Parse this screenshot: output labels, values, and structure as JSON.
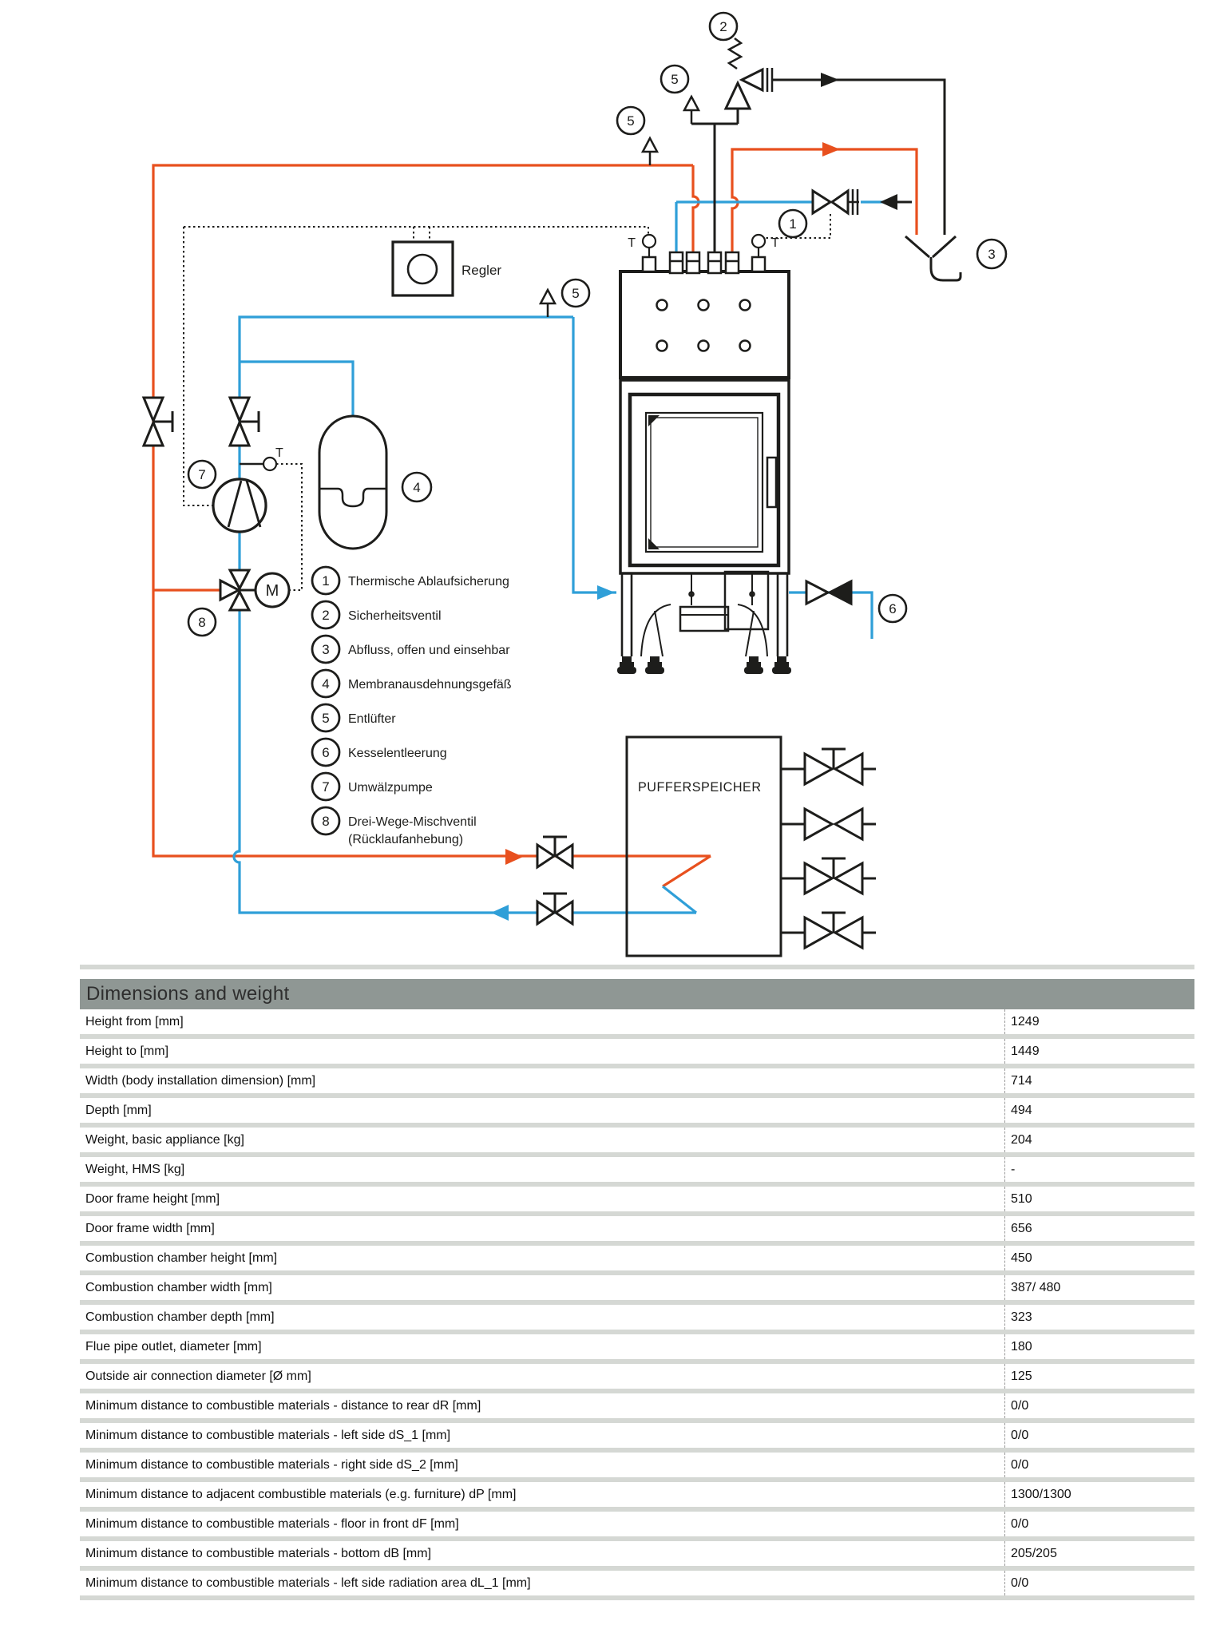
{
  "colors": {
    "pipe_hot_red": "#e8501e",
    "pipe_cold_blue": "#2f9fd8",
    "line_black": "#1d1d1b",
    "table_header_bg": "#8f9794",
    "table_separator": "#d5d8d4"
  },
  "diagram": {
    "regler_label": "Regler",
    "puffer_label": "PUFFERSPEICHER",
    "m_label": "M",
    "t_label": "T",
    "nums": {
      "n1": "1",
      "n2": "2",
      "n3": "3",
      "n4": "4",
      "n5": "5",
      "n6": "6",
      "n7": "7",
      "n8": "8"
    },
    "legend": {
      "items": [
        {
          "num": "1",
          "label": "Thermische Ablaufsicherung"
        },
        {
          "num": "2",
          "label": "Sicherheitsventil"
        },
        {
          "num": "3",
          "label": "Abfluss, offen und einsehbar"
        },
        {
          "num": "4",
          "label": "Membranausdehnungsgefäß"
        },
        {
          "num": "5",
          "label": "Entlüfter"
        },
        {
          "num": "6",
          "label": "Kesselentleerung"
        },
        {
          "num": "7",
          "label": "Umwälzpumpe"
        },
        {
          "num": "8",
          "label": "Drei-Wege-Mischventil",
          "label2": "(Rücklaufanhebung)"
        }
      ]
    }
  },
  "table": {
    "title": "Dimensions and weight",
    "rows": [
      {
        "label": "Height from [mm]",
        "value": "1249"
      },
      {
        "label": "Height to [mm]",
        "value": "1449"
      },
      {
        "label": "Width (body installation dimension) [mm]",
        "value": "714"
      },
      {
        "label": "Depth [mm]",
        "value": "494"
      },
      {
        "label": "Weight, basic appliance [kg]",
        "value": "204"
      },
      {
        "label": "Weight, HMS [kg]",
        "value": "-"
      },
      {
        "label": "Door frame height [mm]",
        "value": "510"
      },
      {
        "label": "Door frame width [mm]",
        "value": "656"
      },
      {
        "label": "Combustion chamber height [mm]",
        "value": "450"
      },
      {
        "label": "Combustion chamber width [mm]",
        "value": "387/ 480"
      },
      {
        "label": "Combustion chamber depth [mm]",
        "value": "323"
      },
      {
        "label": "Flue pipe outlet, diameter [mm]",
        "value": "180"
      },
      {
        "label": "Outside air connection diameter [Ø mm]",
        "value": "125"
      },
      {
        "label": "Minimum distance to combustible materials - distance to rear dR [mm]",
        "value": "0/0"
      },
      {
        "label": "Minimum distance to combustible materials - left side dS_1 [mm]",
        "value": "0/0"
      },
      {
        "label": "Minimum distance to combustible materials - right side dS_2 [mm]",
        "value": "0/0"
      },
      {
        "label": "Minimum distance to adjacent combustible materials (e.g. furniture) dP [mm]",
        "value": "1300/1300"
      },
      {
        "label": "Minimum distance to combustible materials - floor in front dF [mm]",
        "value": "0/0"
      },
      {
        "label": "Minimum distance to combustible materials - bottom dB [mm]",
        "value": "205/205"
      },
      {
        "label": "Minimum distance to combustible materials - left side radiation area dL_1 [mm]",
        "value": "0/0"
      }
    ]
  }
}
